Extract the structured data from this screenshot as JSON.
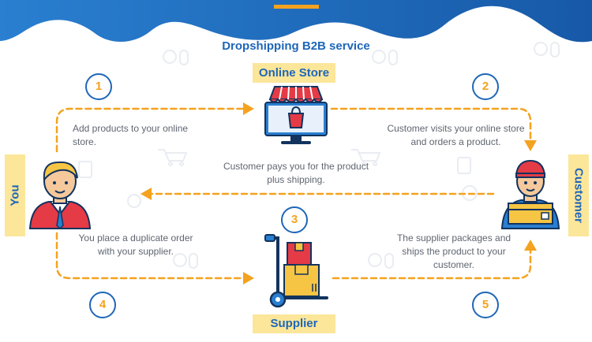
{
  "title": "Dropshipping B2B service",
  "labels": {
    "online_store": "Online Store",
    "supplier": "Supplier",
    "you": "You",
    "customer": "Customer"
  },
  "steps": [
    {
      "number": "1",
      "text": "Add products to your online store."
    },
    {
      "number": "2",
      "text": "Customer visits your online store and orders a product."
    },
    {
      "number": "3",
      "text": "Customer pays you for the product plus shipping."
    },
    {
      "number": "4",
      "text": "You place a duplicate order with your supplier."
    },
    {
      "number": "5",
      "text": "The supplier packages and ships the product to your customer."
    }
  ],
  "icons": {
    "online_store": "storefront-monitor-icon",
    "supplier": "hand-truck-boxes-icon",
    "you": "businessman-avatar-icon",
    "customer": "delivery-man-icon"
  },
  "colors": {
    "wave_blue": "#1f66b8",
    "accent_orange": "#f4a21f",
    "label_yellow": "#fbe69a"
  }
}
